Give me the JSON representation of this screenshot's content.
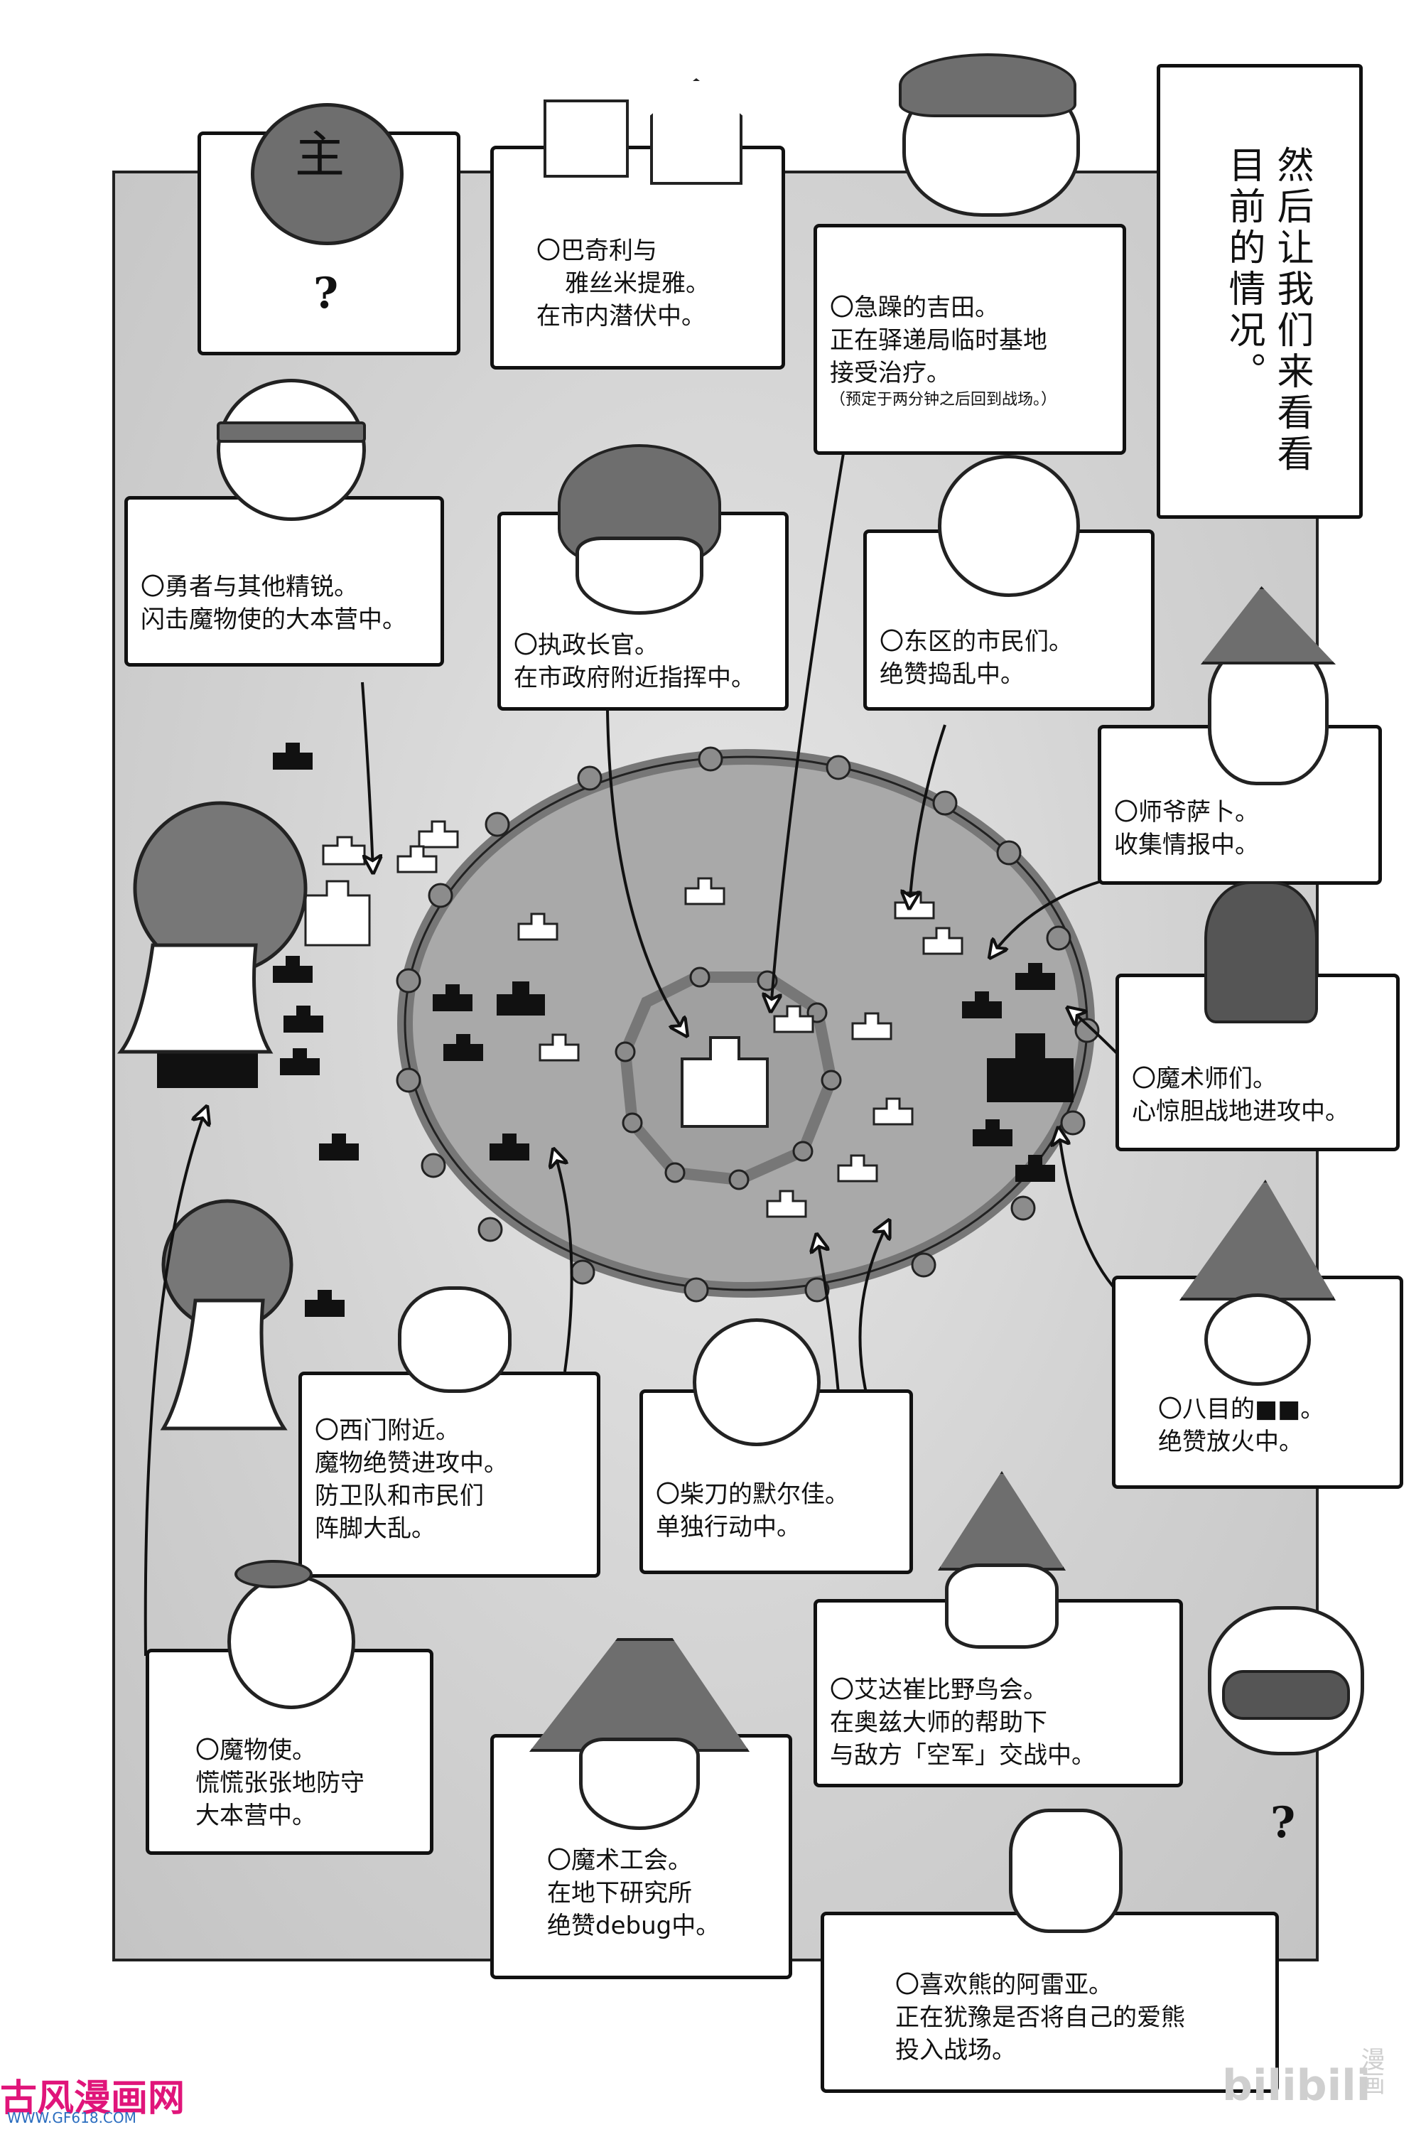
{
  "title_box": {
    "col1": "然后让我们来看看",
    "col2": "目前的情况。"
  },
  "boxes": {
    "lord": {
      "badge": "主",
      "question": "?"
    },
    "bakili": [
      "〇巴奇利与",
      "雅丝米提雅。",
      "在市内潜伏中。"
    ],
    "yoshida": [
      "〇急躁的吉田。",
      "正在驿递局临时基地",
      "接受治疗。"
    ],
    "yoshida_note": "（预定于两分钟之后回到战场。）",
    "hero": [
      "〇勇者与其他精锐。",
      "闪击魔物使的大本营中。"
    ],
    "governor": [
      "〇执政长官。",
      "在市政府附近指挥中。"
    ],
    "east_citizens": [
      "〇东区的市民们。",
      "绝赞捣乱中。"
    ],
    "sabu": [
      "〇师爷萨卜。",
      "收集情报中。"
    ],
    "mages": [
      "〇魔术师们。",
      "心惊胆战地进攻中。"
    ],
    "eight_eyes": [
      "〇八目的■■。",
      "绝赞放火中。"
    ],
    "west_gate": [
      "〇西门附近。",
      "魔物绝赞进攻中。",
      "防卫队和市民们",
      "阵脚大乱。"
    ],
    "merja": [
      "〇柴刀的默尔佳。",
      "单独行动中。"
    ],
    "bird_club": [
      "〇艾达崔比野鸟会。",
      "在奥兹大师的帮助下",
      "与敌方「空军」交战中。"
    ],
    "tamer": [
      "〇魔物使。",
      "慌慌张张地防守",
      "大本营中。"
    ],
    "guild": [
      "〇魔术工会。",
      "在地下研究所",
      "绝赞debug中。"
    ],
    "alea": [
      "〇喜欢熊的阿雷亚。",
      "正在犹豫是否将自己的爱熊",
      "投入战场。"
    ],
    "bunny_question": "?"
  },
  "watermark": {
    "site": "古风漫画网",
    "url": "WWW.GF618.COM"
  },
  "bilibili": {
    "logo": "bilibili",
    "sub": "漫画"
  },
  "colors": {
    "ink": "#111111",
    "city_fill": "#a9a9a9",
    "wall": "#8c8c8c",
    "hat_gray": "#6e6e6e"
  }
}
